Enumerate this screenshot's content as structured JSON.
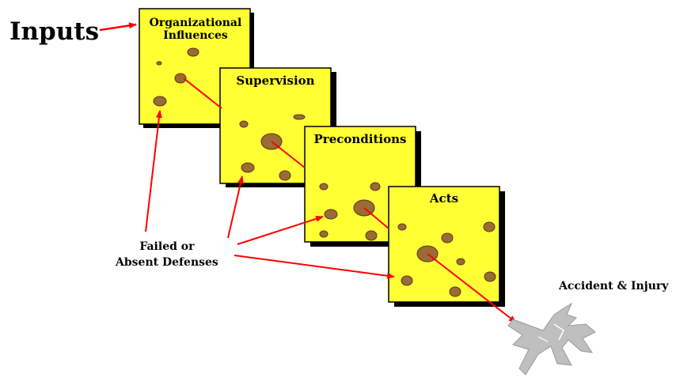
{
  "diagram": {
    "inputs_label": "Inputs",
    "layers": [
      {
        "id": "organizational",
        "title": "Organizational Influences"
      },
      {
        "id": "supervision",
        "title": "Supervision"
      },
      {
        "id": "preconditions",
        "title": "Preconditions"
      },
      {
        "id": "acts",
        "title": "Acts"
      }
    ],
    "failed_defenses_label_line1": "Failed or",
    "failed_defenses_label_line2": "Absent Defenses",
    "outcome_label": "Accident & Injury"
  },
  "colors": {
    "slice_fill": "#ffff33",
    "slice_border": "#000000",
    "slice_shadow": "#000000",
    "hole_fill": "#9a6b35",
    "hole_border": "#5a3a16",
    "arrow": "#ff0000",
    "plane": "#bfbfbf"
  },
  "icons": {
    "outcome": "crashed-plane-icon",
    "arrow": "red-arrow-icon"
  }
}
